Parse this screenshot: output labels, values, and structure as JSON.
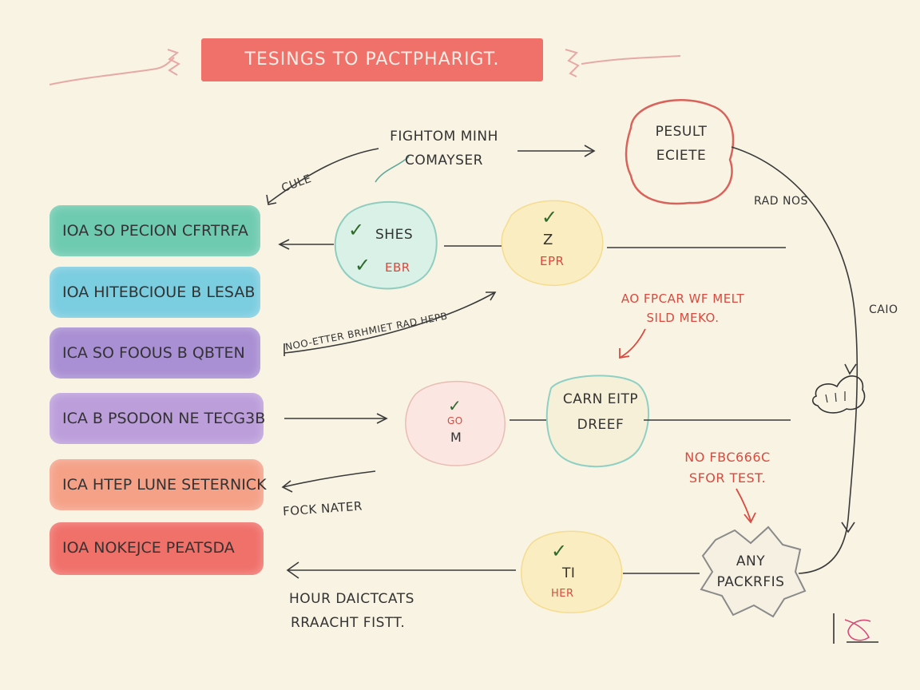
{
  "banner": {
    "title": "TESINGS TO PACTPHARIGT.",
    "color": "#f0706a"
  },
  "top_node": {
    "line1": "FIGHTOM MINH",
    "line2": "COMAYSER"
  },
  "result_node": {
    "line1": "PESULT",
    "line2": "ECIETE",
    "color": "#d9625a"
  },
  "edge_labels": {
    "cule": "CULE",
    "rad_nos": "RAD NOS",
    "cao": "CAIO",
    "diag_line": "NOO-ETTER BRHMIET RAD HEPB",
    "fock_nater": "FOCK NATER",
    "hour_1": "HOUR DAICTCATS",
    "hour_2": "RRAACHT FISTT."
  },
  "annotations": {
    "a1": "AO FPCAR WF MELT",
    "a2": "SILD MEKO.",
    "b1": "NO FBC666C",
    "b2": "SFOR TEST."
  },
  "left_blocks": [
    {
      "text": "IOA SO PECION CFRTRFA",
      "color": "#6fcbb0"
    },
    {
      "text": "IOA HITEBCIOUE B LESAB",
      "color": "#7bcde0"
    },
    {
      "text": "ICA SO FOOUS B QBTEN",
      "color": "#a98fd3"
    },
    {
      "text": "ICA B PSODON NE TECG3B",
      "color": "#bc9edb"
    },
    {
      "text": "ICA HTEP LUNE SETERNICK",
      "color": "#f5a188"
    },
    {
      "text": "IOA NOKEJCE PEATSDA",
      "color": "#f0706a"
    }
  ],
  "blobs": {
    "shes": {
      "line1": "SHES",
      "line2": "EBR",
      "color": "#d9f1e6",
      "stroke": "#8fcdc0"
    },
    "z": {
      "line1": "Z",
      "line2": "EPR",
      "color": "#fbedc2",
      "stroke": "#f5dc8e"
    },
    "m": {
      "line1": "GO",
      "line2": "M",
      "color": "#fbe6e1",
      "stroke": "#e9bdb4"
    },
    "carn": {
      "line1": "CARN EITP",
      "line2": "DREEF",
      "color": "#f7f0d9",
      "stroke": "#8fd0c4"
    },
    "ti": {
      "line1": "TI",
      "line2": "HER",
      "color": "#fbedc2",
      "stroke": "#f5dc8e"
    },
    "any": {
      "line1": "ANY",
      "line2": "PACKRFIS",
      "color": "#f6f0e3",
      "stroke": "#8a8a8a"
    }
  },
  "signature": "JK"
}
